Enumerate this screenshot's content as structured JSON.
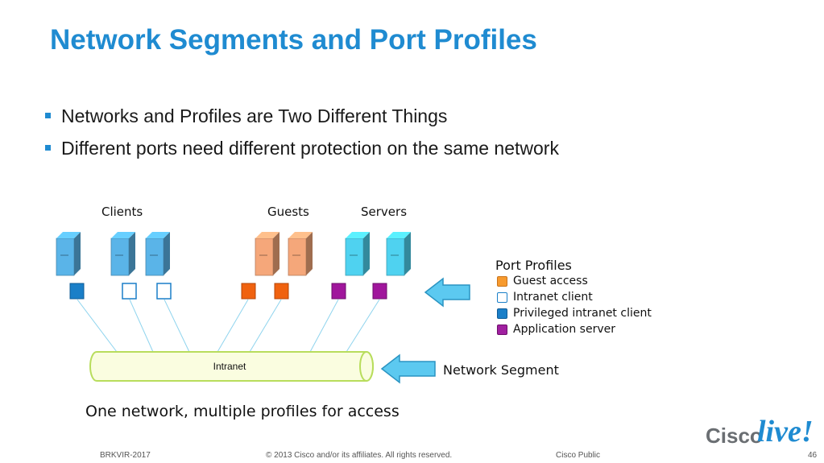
{
  "slide": {
    "title": "Network Segments and Port Profiles",
    "bullets": [
      "Networks and Profiles are Two Different Things",
      "Different ports need different protection on the same network"
    ]
  },
  "diagram": {
    "groups": [
      "Clients",
      "Guests",
      "Servers"
    ],
    "segment_label": "Intranet",
    "port_profiles_title": "Port Profiles",
    "legend": [
      {
        "label": "Guest access",
        "color": "#f79a2e"
      },
      {
        "label": "Intranet client",
        "color": "#ffffff"
      },
      {
        "label": "Privileged intranet client",
        "color": "#1a7fc8"
      },
      {
        "label": "Application server",
        "color": "#a020a0"
      }
    ],
    "network_segment_label": "Network Segment",
    "caption": "One network, multiple profiles for access",
    "colors": {
      "client_server": "#5ab4e8",
      "guest_server": "#f5a77a",
      "app_server": "#4fd2f0",
      "privileged_port": "#1a7fc8",
      "guest_port": "#f0620f",
      "app_port": "#a0169c",
      "segment_fill": "#fafde0",
      "segment_stroke": "#b8dd5c",
      "arrow": "#5cc9f0"
    }
  },
  "footer": {
    "code": "BRKVIR-2017",
    "copyright": "© 2013 Cisco and/or its affiliates. All rights reserved.",
    "classification": "Cisco Public",
    "page_number": "46",
    "logo_cisco": "Cisco",
    "logo_live": "live!"
  }
}
